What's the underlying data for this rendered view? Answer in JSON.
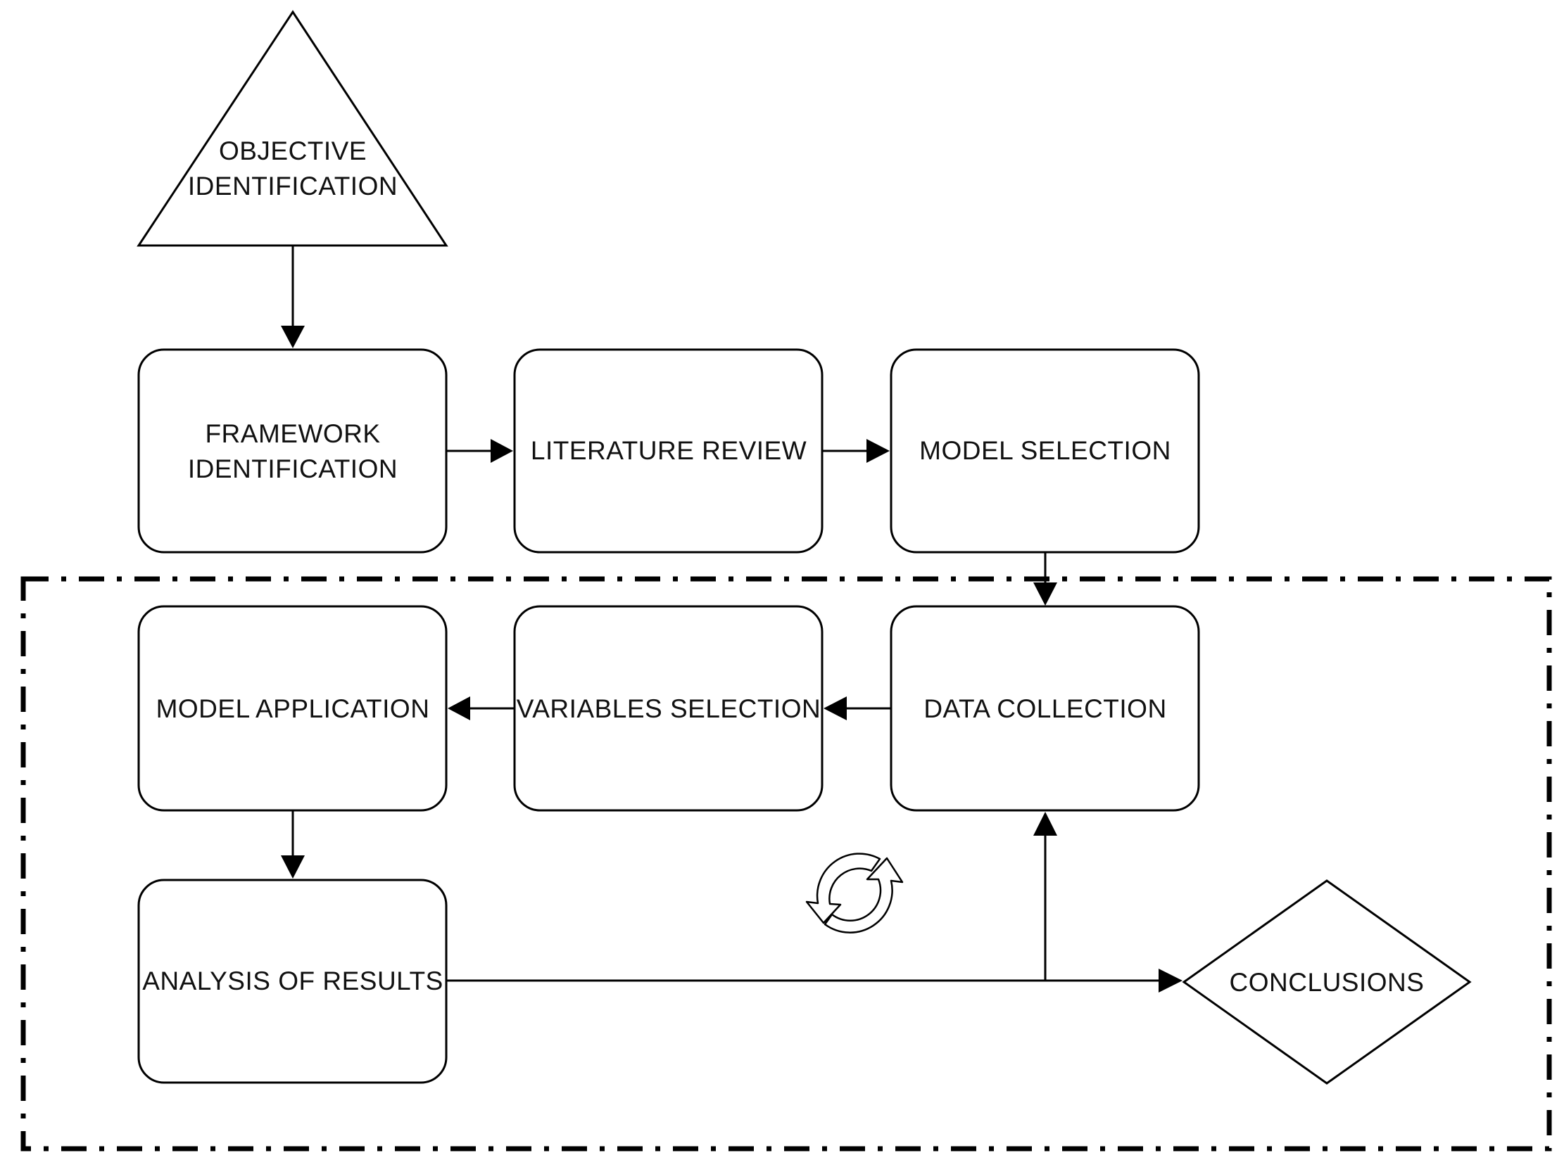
{
  "nodes": {
    "objective": {
      "line1": "OBJECTIVE",
      "line2": "IDENTIFICATION"
    },
    "framework": {
      "line1": "FRAMEWORK",
      "line2": "IDENTIFICATION"
    },
    "literature": {
      "label": "LITERATURE REVIEW"
    },
    "model_selection": {
      "label": "MODEL SELECTION"
    },
    "data_collection": {
      "label": "DATA COLLECTION"
    },
    "variables_selection": {
      "label": "VARIABLES SELECTION"
    },
    "model_application": {
      "label": "MODEL APPLICATION"
    },
    "analysis": {
      "label": "ANALYSIS OF RESULTS"
    },
    "conclusions": {
      "label": "CONCLUSIONS"
    }
  },
  "colors": {
    "stroke": "#000000",
    "text": "#111111",
    "background": "#ffffff"
  }
}
